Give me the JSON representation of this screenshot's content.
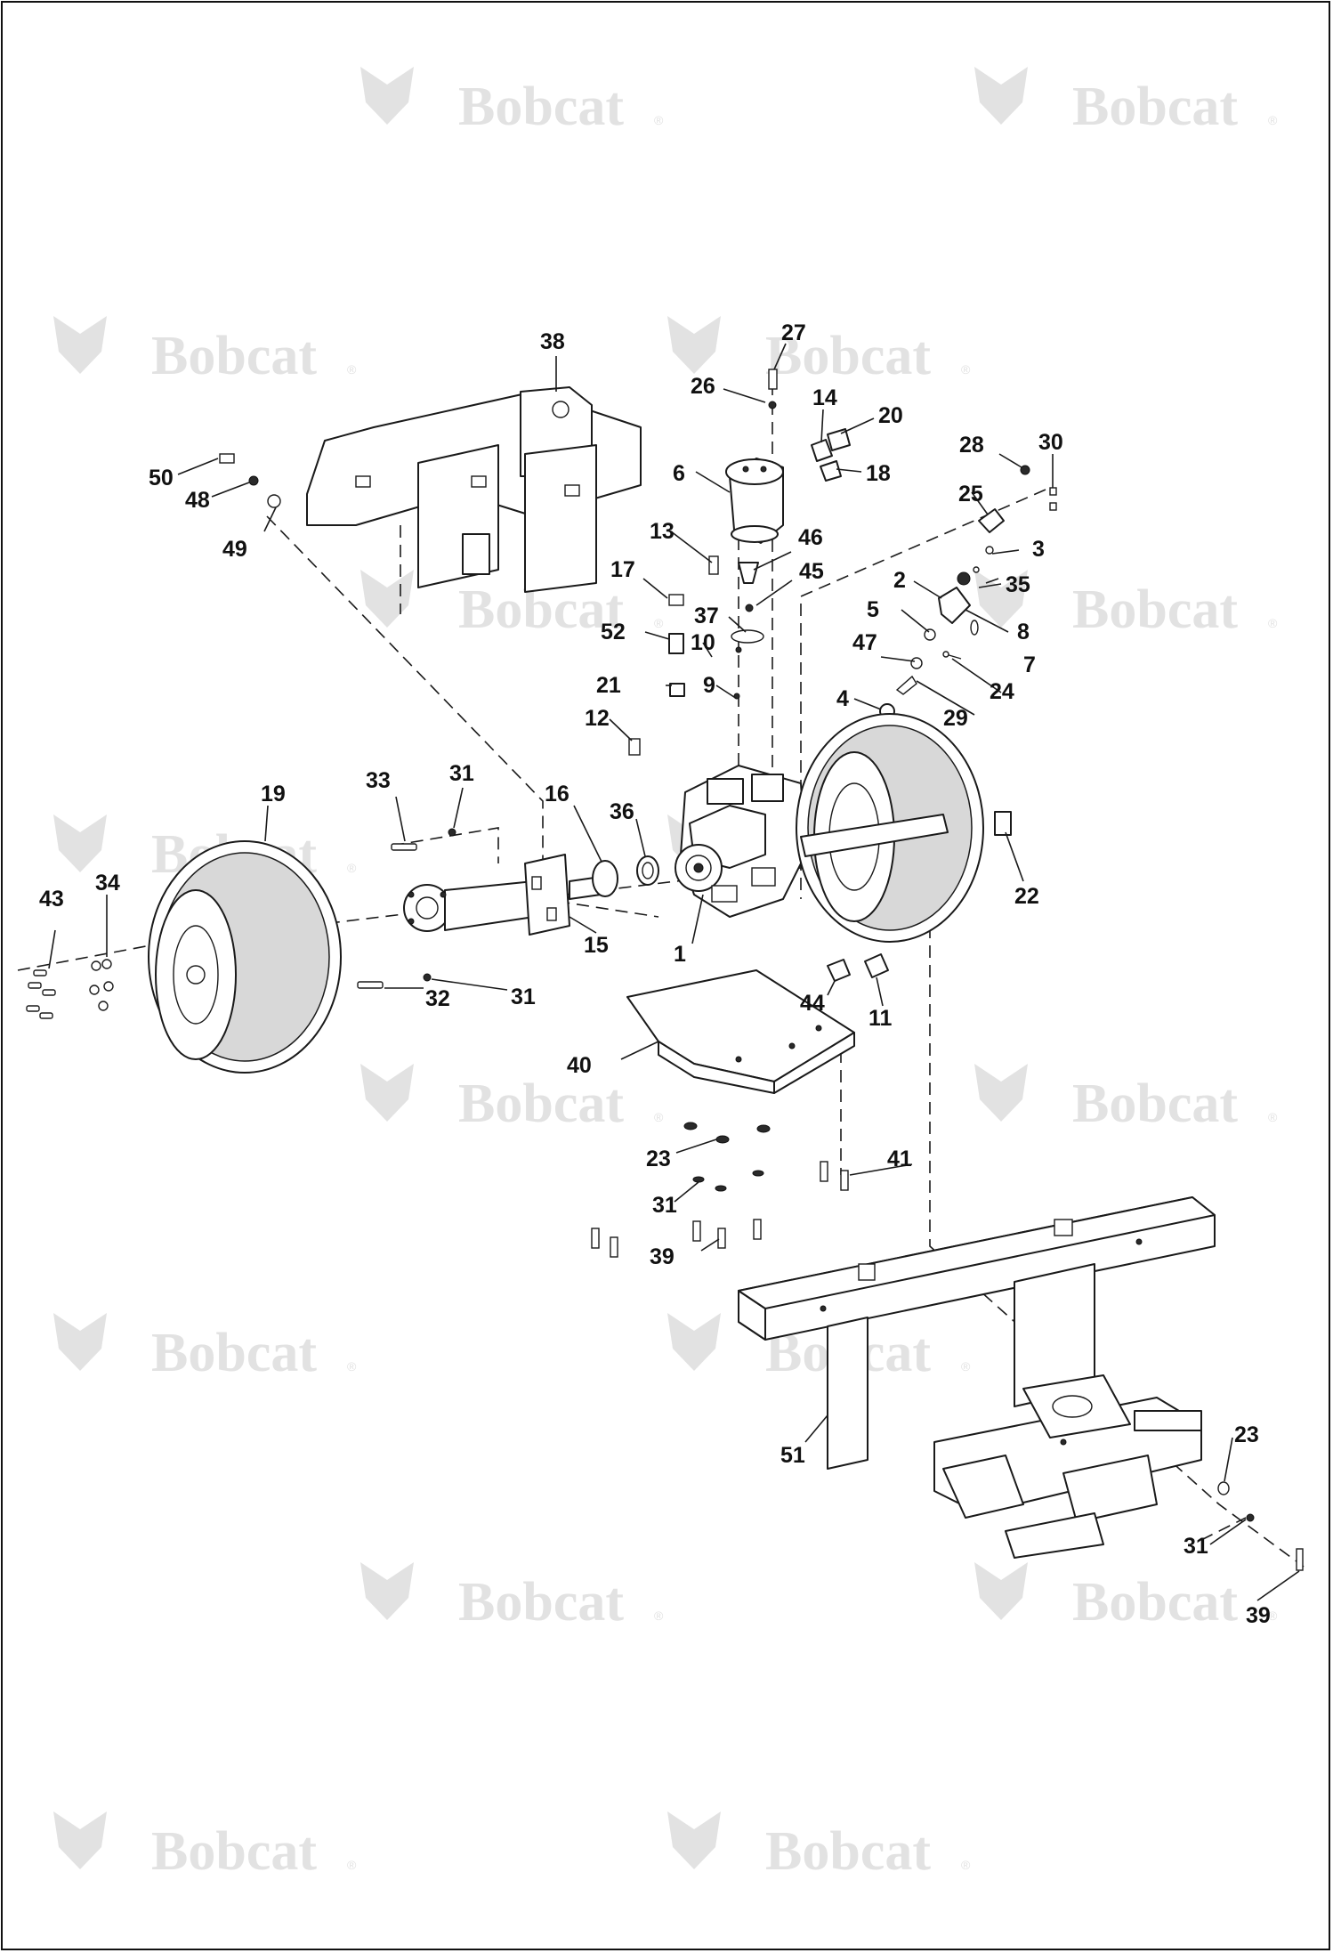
{
  "watermark": {
    "brand": "Bobcat",
    "mark": "®"
  },
  "callouts": [
    {
      "id": "38",
      "label": "38"
    },
    {
      "id": "27",
      "label": "27"
    },
    {
      "id": "26",
      "label": "26"
    },
    {
      "id": "14",
      "label": "14"
    },
    {
      "id": "20",
      "label": "20"
    },
    {
      "id": "6",
      "label": "6"
    },
    {
      "id": "18",
      "label": "18"
    },
    {
      "id": "28",
      "label": "28"
    },
    {
      "id": "30",
      "label": "30"
    },
    {
      "id": "50",
      "label": "50"
    },
    {
      "id": "48",
      "label": "48"
    },
    {
      "id": "49",
      "label": "49"
    },
    {
      "id": "25",
      "label": "25"
    },
    {
      "id": "13",
      "label": "13"
    },
    {
      "id": "46",
      "label": "46"
    },
    {
      "id": "3",
      "label": "3"
    },
    {
      "id": "17",
      "label": "17"
    },
    {
      "id": "45",
      "label": "45"
    },
    {
      "id": "35",
      "label": "35"
    },
    {
      "id": "2",
      "label": "2"
    },
    {
      "id": "37",
      "label": "37"
    },
    {
      "id": "5",
      "label": "5"
    },
    {
      "id": "8",
      "label": "8"
    },
    {
      "id": "52",
      "label": "52"
    },
    {
      "id": "10",
      "label": "10"
    },
    {
      "id": "47",
      "label": "47"
    },
    {
      "id": "7",
      "label": "7"
    },
    {
      "id": "21",
      "label": "21"
    },
    {
      "id": "9",
      "label": "9"
    },
    {
      "id": "24",
      "label": "24"
    },
    {
      "id": "4",
      "label": "4"
    },
    {
      "id": "29",
      "label": "29"
    },
    {
      "id": "12",
      "label": "12"
    },
    {
      "id": "33",
      "label": "33"
    },
    {
      "id": "31a",
      "label": "31"
    },
    {
      "id": "19",
      "label": "19"
    },
    {
      "id": "16",
      "label": "16"
    },
    {
      "id": "36",
      "label": "36"
    },
    {
      "id": "34",
      "label": "34"
    },
    {
      "id": "43",
      "label": "43"
    },
    {
      "id": "22",
      "label": "22"
    },
    {
      "id": "1",
      "label": "1"
    },
    {
      "id": "15",
      "label": "15"
    },
    {
      "id": "32",
      "label": "32"
    },
    {
      "id": "31b",
      "label": "31"
    },
    {
      "id": "44",
      "label": "44"
    },
    {
      "id": "11",
      "label": "11"
    },
    {
      "id": "40",
      "label": "40"
    },
    {
      "id": "23a",
      "label": "23"
    },
    {
      "id": "41",
      "label": "41"
    },
    {
      "id": "31c",
      "label": "31"
    },
    {
      "id": "39a",
      "label": "39"
    },
    {
      "id": "51",
      "label": "51"
    },
    {
      "id": "23b",
      "label": "23"
    },
    {
      "id": "31d",
      "label": "31"
    },
    {
      "id": "39b",
      "label": "39"
    }
  ]
}
